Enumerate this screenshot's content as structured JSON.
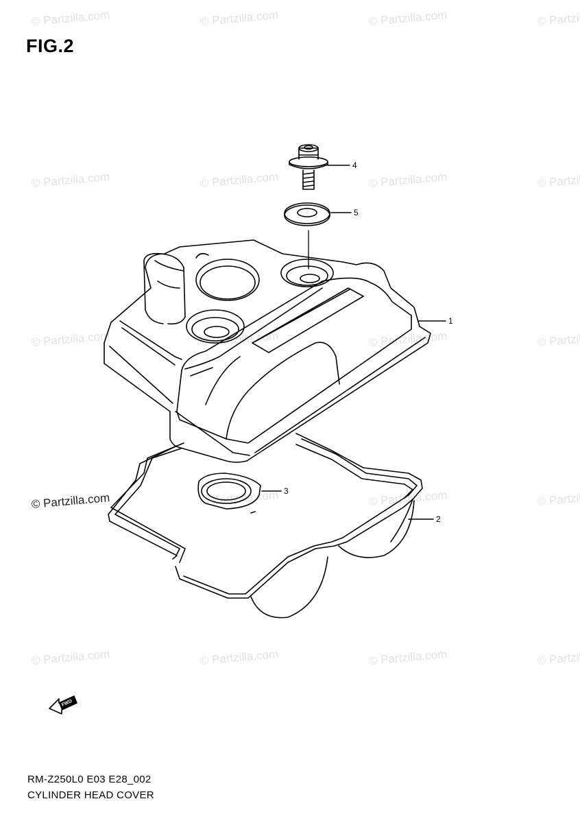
{
  "figure": {
    "title": "FIG.2",
    "code": "RM-Z250L0 E03 E28_002",
    "caption": "CYLINDER HEAD COVER"
  },
  "watermark": {
    "text": "© Partzilla.com",
    "emphasized_text": "© Partzilla.com"
  },
  "callouts": [
    {
      "label": "1",
      "part": "cylinder-head-cover"
    },
    {
      "label": "2",
      "part": "head-cover-gasket"
    },
    {
      "label": "3",
      "part": "plug-hole-gasket"
    },
    {
      "label": "4",
      "part": "cover-bolt"
    },
    {
      "label": "5",
      "part": "bolt-seal-washer"
    }
  ],
  "direction_badge": {
    "text": "FWD",
    "icon": "forward-arrow-icon"
  }
}
